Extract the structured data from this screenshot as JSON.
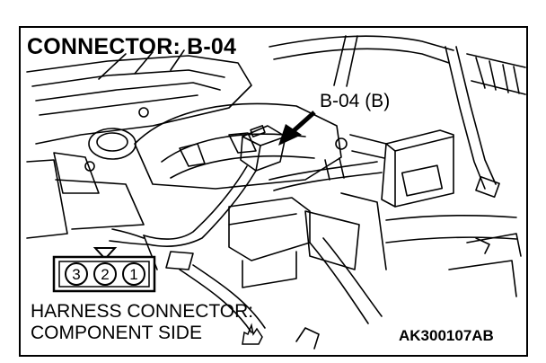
{
  "title": "CONNECTOR: B-04",
  "callout": "B-04 (B)",
  "harness_line1": "HARNESS CONNECTOR:",
  "harness_line2": "COMPONENT SIDE",
  "code": "AK300107AB",
  "pins": [
    "3",
    "2",
    "1"
  ],
  "colors": {
    "ink": "#000000",
    "paper": "#ffffff"
  }
}
